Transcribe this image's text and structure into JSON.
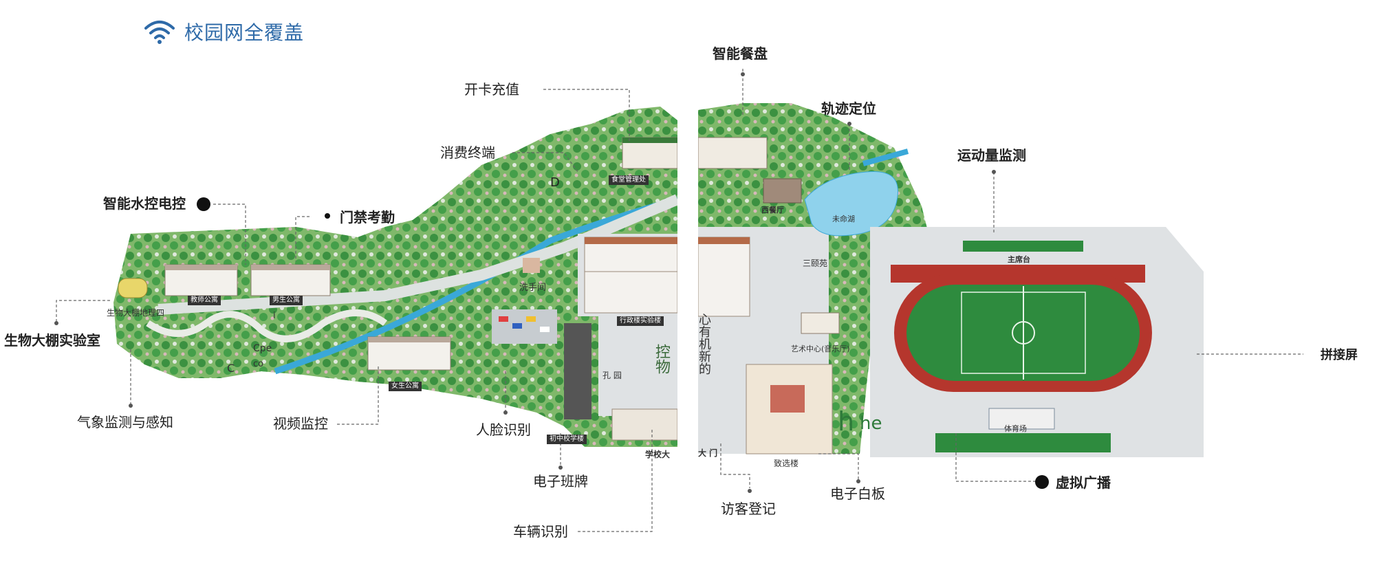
{
  "header": {
    "title": "校园网全覆盖",
    "icon": "wifi-icon",
    "color": "#2e6aa8"
  },
  "features": {
    "kaika": "开卡充值",
    "xiaofei": "消费终端",
    "shuikong": "智能水控电控",
    "menjin": "门禁考勤",
    "shengwu": "生物大棚实验室",
    "qixiang": "气象监测与感知",
    "shipin": "视频监控",
    "renlian": "人脸识别",
    "banpai": "电子班牌",
    "cheliang": "车辆识别",
    "canpan": "智能餐盘",
    "guiji": "轨迹定位",
    "yundong": "运动量监测",
    "pinjie": "拼接屏",
    "fangke": "访客登记",
    "baiban": "电子白板",
    "guangbo": "虚拟广播"
  },
  "map_labels": {
    "jiaoshi": "教师公寓",
    "nansheng": "男生公寓",
    "nvsheng": "女生公寓",
    "shengwudapeng": "生物大棚地理四",
    "xishou": "洗手间",
    "xingzheng": "行政楼实验楼",
    "chuzhong": "初中校学楼",
    "xuexiaoda": "学校大",
    "damen": "大  门",
    "zhixuan": "致选楼",
    "yishu": "艺术中心(音乐厅)",
    "tiyu": "体育场",
    "zhuxitai": "主席台",
    "weimingh": "未命湖",
    "sanyi": "三颐苑",
    "xicanting": "西餐厅",
    "shitang": "食堂管理处",
    "kongwu": "控物",
    "xinyouji": "心有机新的",
    "kong": "孔 园",
    "d_mark": "D",
    "c_mark": "C",
    "cpe": "Cpe",
    "co": "co",
    "i_mark": "i",
    "he_h": "h",
    "he_text": "he"
  },
  "colors": {
    "grass": "#7fb86a",
    "tree": "#2f8a3a",
    "field": "#2e8b3e",
    "track": "#b5362d",
    "plaza": "#dfe2e4",
    "water": "#3aa8d8"
  }
}
